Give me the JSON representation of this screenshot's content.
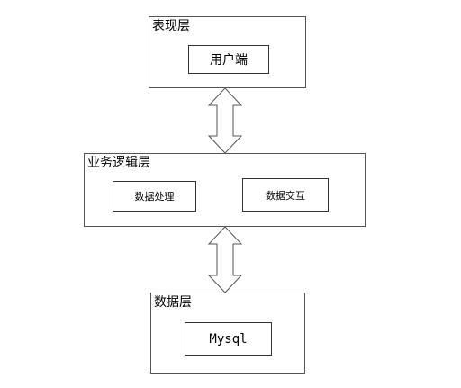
{
  "presentation_layer": {
    "title": "表现层",
    "node": "用户端"
  },
  "business_layer": {
    "title": "业务逻辑层",
    "nodes": [
      "数据处理",
      "数据交互"
    ]
  },
  "data_layer": {
    "title": "数据层",
    "node": "Mysql"
  },
  "arrow_color": "#555555"
}
